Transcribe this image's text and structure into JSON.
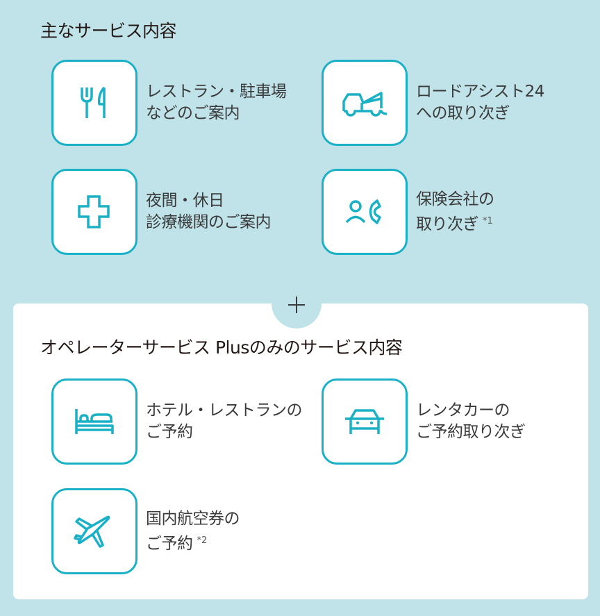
{
  "main_services": {
    "heading": "主なサービス内容",
    "items": [
      {
        "icon": "fork-knife-icon",
        "line1": "レストラン・駐車場",
        "line2": "などのご案内",
        "note": ""
      },
      {
        "icon": "tow-truck-icon",
        "line1": "ロードアシスト24",
        "line2": "への取り次ぎ",
        "note": ""
      },
      {
        "icon": "medical-cross-icon",
        "line1": "夜間・休日",
        "line2": "診療機関のご案内",
        "note": ""
      },
      {
        "icon": "person-phone-icon",
        "line1": "保険会社の",
        "line2": "取り次ぎ",
        "note": "*1"
      }
    ]
  },
  "connector": {
    "symbol": "plus-icon"
  },
  "plus_services": {
    "heading": "オペレーターサービス Plusのみのサービス内容",
    "items": [
      {
        "icon": "bed-icon",
        "line1": "ホテル・レストランの",
        "line2": "ご予約",
        "note": ""
      },
      {
        "icon": "car-icon",
        "line1": "レンタカーの",
        "line2": "ご予約取り次ぎ",
        "note": ""
      },
      {
        "icon": "airplane-icon",
        "line1": "国内航空券の",
        "line2": "ご予約",
        "note": "*2"
      }
    ]
  },
  "colors": {
    "background": "#bfe3e9",
    "panel": "#ffffff",
    "accent": "#1ab0c6",
    "text": "#231815"
  }
}
